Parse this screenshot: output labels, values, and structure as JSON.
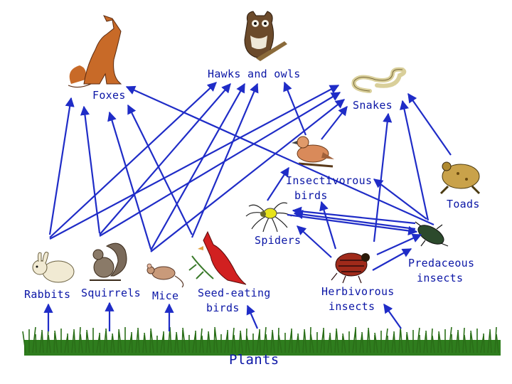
{
  "colors": {
    "label": "#0b16a6",
    "arrow": "#1f2cc7",
    "grass": "#2f7d1e"
  },
  "organisms": {
    "hawks": {
      "label": "Hawks and owls",
      "icon": "owl-icon"
    },
    "foxes": {
      "label": "Foxes",
      "icon": "fox-icon"
    },
    "snakes": {
      "label": "Snakes",
      "icon": "snake-icon"
    },
    "insectivorous_birds": {
      "line1": "Insectivorous",
      "line2": "birds",
      "icon": "songbird-icon"
    },
    "toads": {
      "label": "Toads",
      "icon": "toad-icon"
    },
    "spiders": {
      "label": "Spiders",
      "icon": "spider-icon"
    },
    "predaceous_insects": {
      "line1": "Predaceous",
      "line2": "insects",
      "icon": "beetle-icon"
    },
    "rabbits": {
      "label": "Rabbits",
      "icon": "rabbit-icon"
    },
    "squirrels": {
      "label": "Squirrels",
      "icon": "squirrel-icon"
    },
    "mice": {
      "label": "Mice",
      "icon": "mouse-icon"
    },
    "seed_eating_birds": {
      "line1": "Seed-eating",
      "line2": "birds",
      "icon": "cardinal-icon"
    },
    "herbivorous_insects": {
      "line1": "Herbivorous",
      "line2": "insects",
      "icon": "leaf-beetle-icon"
    },
    "plants": {
      "label": "Plants",
      "icon": "grass-icon"
    }
  }
}
